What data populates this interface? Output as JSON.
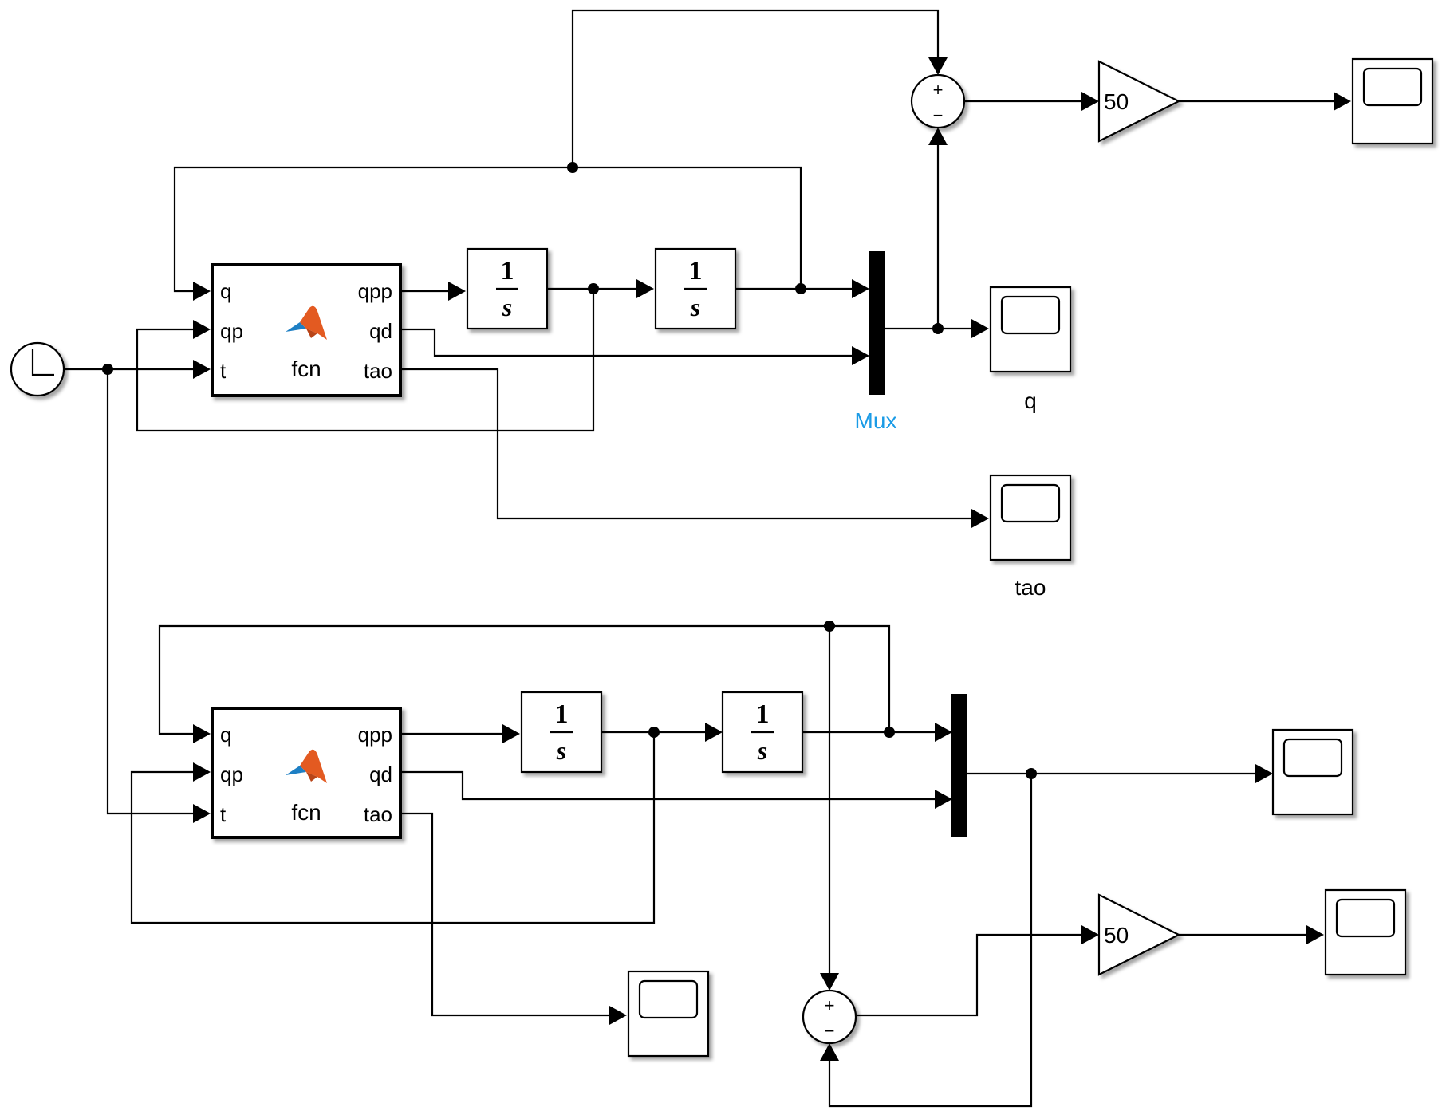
{
  "colors": {
    "line": "#000000",
    "mux_label": "#1a9be6",
    "matlab_orange": "#e35a21",
    "matlab_blue": "#1d7fc4"
  },
  "clock": {
    "icon": "clock-icon"
  },
  "fcn_blocks": [
    {
      "name": "fcn",
      "inputs": [
        "q",
        "qp",
        "t"
      ],
      "outputs": [
        "qpp",
        "qd",
        "tao"
      ],
      "icon": "matlab-logo-icon"
    },
    {
      "name": "fcn",
      "inputs": [
        "q",
        "qp",
        "t"
      ],
      "outputs": [
        "qpp",
        "qd",
        "tao"
      ],
      "icon": "matlab-logo-icon"
    }
  ],
  "integrators": [
    {
      "num": "1",
      "den": "s"
    },
    {
      "num": "1",
      "den": "s"
    },
    {
      "num": "1",
      "den": "s"
    },
    {
      "num": "1",
      "den": "s"
    }
  ],
  "mux": {
    "label": "Mux"
  },
  "sums": [
    {
      "top_sign": "+",
      "bottom_sign": "−"
    },
    {
      "top_sign": "+",
      "bottom_sign": "−"
    }
  ],
  "gains": [
    {
      "value": "50"
    },
    {
      "value": "50"
    }
  ],
  "scopes": [
    {
      "label": ""
    },
    {
      "label": "q"
    },
    {
      "label": "tao"
    },
    {
      "label": ""
    },
    {
      "label": ""
    },
    {
      "label": ""
    }
  ]
}
